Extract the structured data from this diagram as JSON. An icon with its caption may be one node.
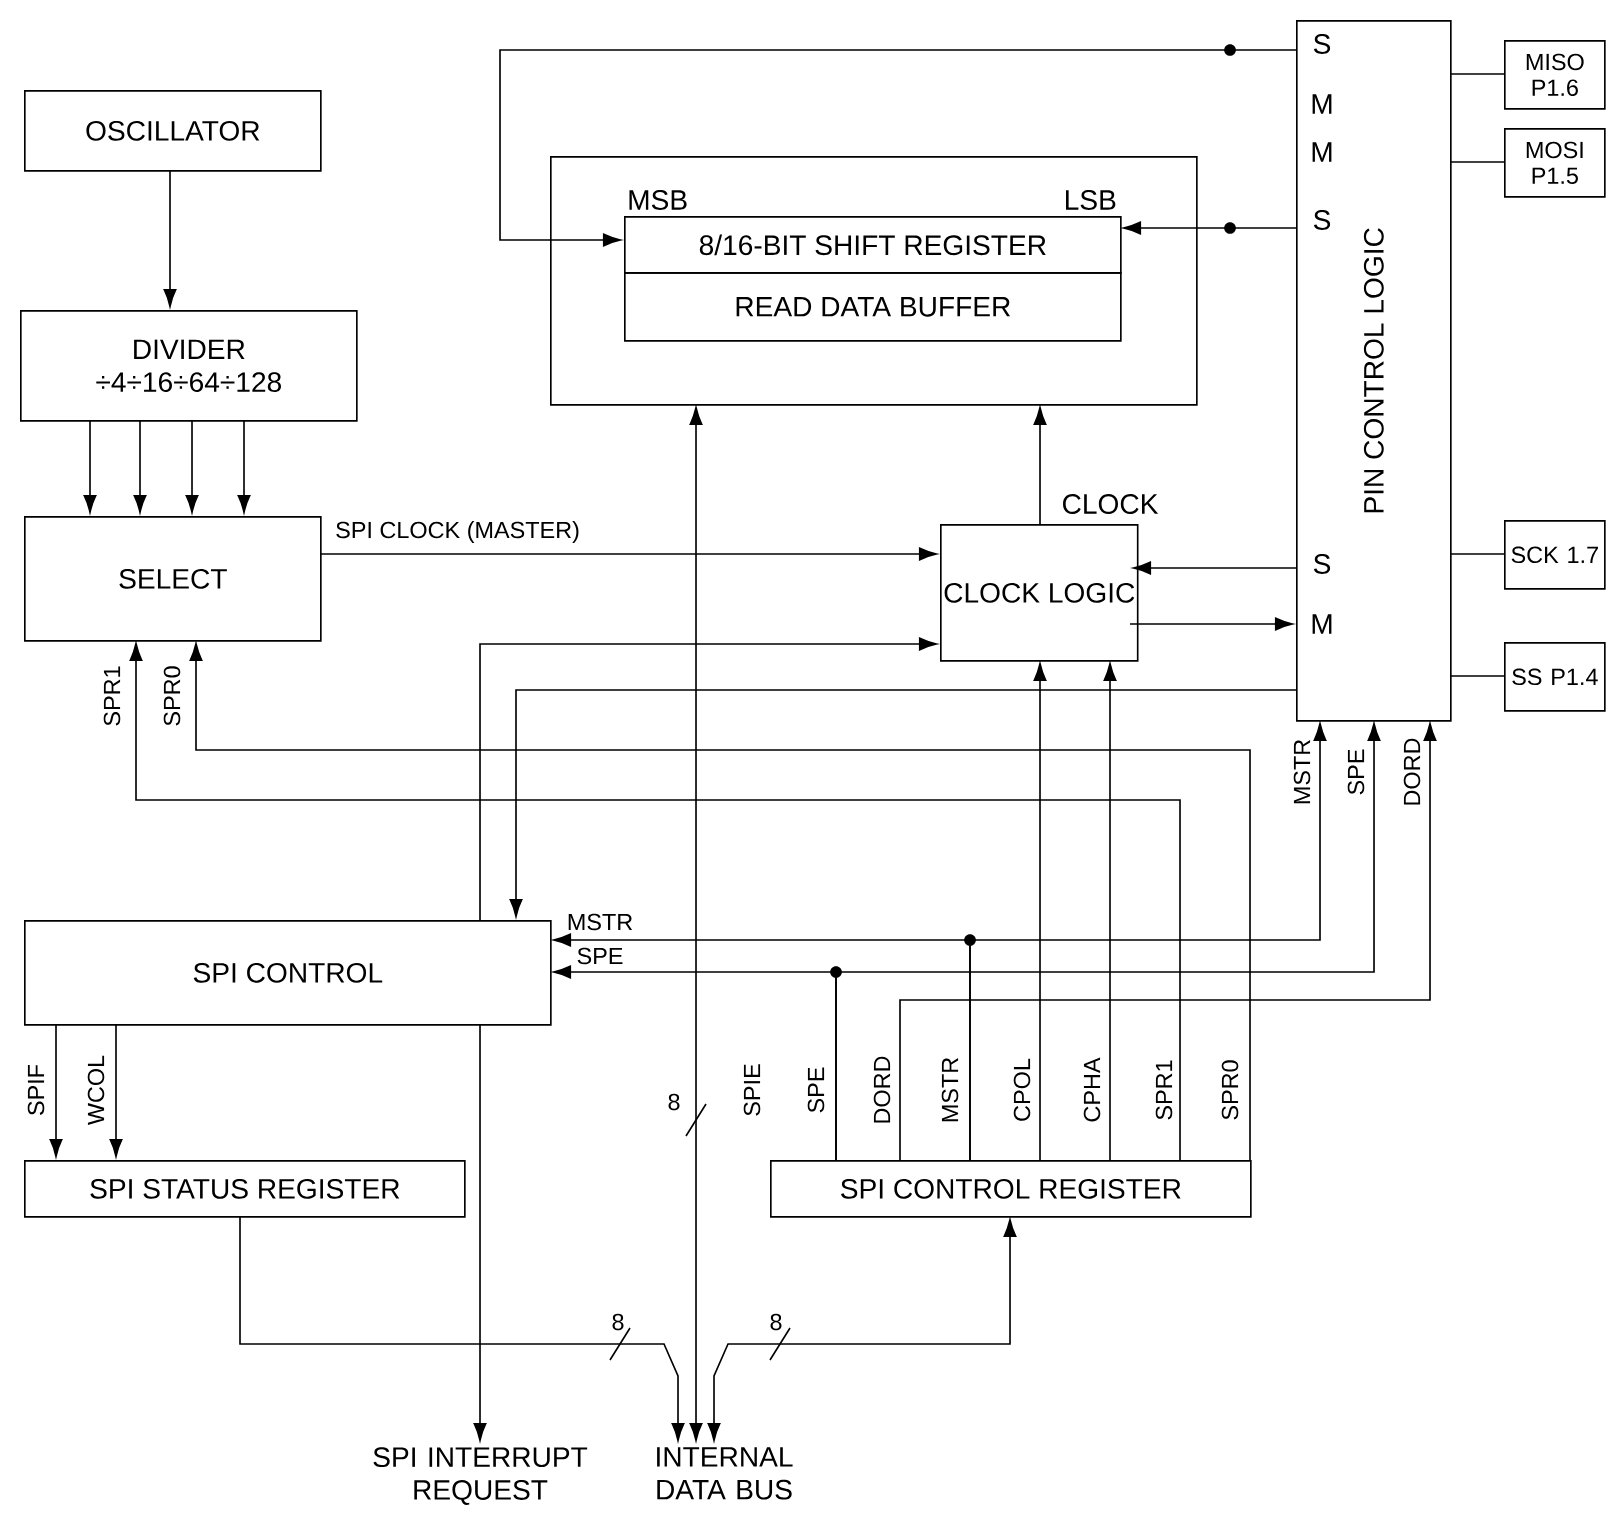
{
  "diagram": {
    "nodes": [
      {
        "text": [
          "OSCILLATOR"
        ]
      },
      {
        "text": [
          "DIVIDER",
          "÷4÷16÷64÷128"
        ]
      },
      {
        "text": [
          "SELECT"
        ]
      },
      {
        "text": [
          "MSB",
          "LSB"
        ]
      },
      {
        "text": [
          "8/16-BIT SHIFT REGISTER"
        ],
        "in": 3
      },
      {
        "text": [
          "READ DATA BUFFER"
        ],
        "in": 3
      },
      {
        "text": [
          "PIN CONTROL LOGIC"
        ]
      },
      {
        "text": [
          "MISO P1.6"
        ]
      },
      {
        "text": [
          "MOSI P1.5"
        ]
      },
      {
        "text": [
          "SCK 1.7"
        ]
      },
      {
        "text": [
          "SS P1.4"
        ]
      },
      {
        "text": [
          "CLOCK LOGIC"
        ]
      },
      {
        "text": [
          "SPI CONTROL"
        ]
      },
      {
        "text": [
          "SPI STATUS REGISTER"
        ]
      },
      {
        "text": [
          "SPI CONTROL REGISTER"
        ]
      },
      {
        "text": [
          "SPI INTERRUPT REQUEST"
        ]
      },
      {
        "text": [
          "INTERNAL DATA BUS"
        ]
      }
    ],
    "edges": [
      {
        "from": 0,
        "to": 1,
        "arrow": "to"
      },
      {
        "from": 1,
        "to": 2,
        "arrow": "to"
      },
      {
        "from": 1,
        "to": 2,
        "arrow": "to"
      },
      {
        "from": 1,
        "to": 2,
        "arrow": "to"
      },
      {
        "from": 1,
        "to": 2,
        "arrow": "to"
      },
      {
        "from": 2,
        "to": 11,
        "arrow": "to",
        "label": "SPI CLOCK (MASTER)"
      },
      {
        "from": 6,
        "to": 11,
        "arrow": "to"
      },
      {
        "from": 11,
        "to": 6,
        "arrow": "to"
      },
      {
        "from": 11,
        "to": 3,
        "arrow": "to"
      },
      {
        "from": 6,
        "to": 7,
        "arrow": "none"
      },
      {
        "from": 6,
        "to": 8,
        "arrow": "none"
      },
      {
        "from": 6,
        "to": 9,
        "arrow": "none"
      },
      {
        "from": 6,
        "to": 10,
        "arrow": "none"
      },
      {
        "from": 6,
        "to": 4,
        "arrow": "to"
      },
      {
        "from": 6,
        "to": 4,
        "arrow": "to"
      },
      {
        "from": 12,
        "to": 15,
        "arrow": "to"
      },
      {
        "from": 3,
        "to": 16,
        "arrow": "both"
      },
      {
        "from": 13,
        "to": 16,
        "arrow": "to"
      },
      {
        "from": 14,
        "to": 16,
        "arrow": "both"
      },
      {
        "from": 12,
        "to": 13,
        "arrow": "to"
      },
      {
        "from": 12,
        "to": 13,
        "arrow": "to"
      },
      {
        "from": 14,
        "to": 11,
        "arrow": "to"
      },
      {
        "from": 14,
        "to": 11,
        "arrow": "to"
      },
      {
        "from": 14,
        "to": 12,
        "arrow": "to"
      },
      {
        "from": 14,
        "to": 6,
        "arrow": "to"
      },
      {
        "from": 14,
        "to": 12,
        "arrow": "to"
      },
      {
        "from": 14,
        "to": 6,
        "arrow": "to"
      },
      {
        "from": 14,
        "to": 6,
        "arrow": "to"
      },
      {
        "from": 14,
        "to": 2,
        "arrow": "to"
      },
      {
        "from": 14,
        "to": 2,
        "arrow": "to"
      },
      {
        "from": 6,
        "to": 12,
        "arrow": "to"
      },
      {
        "from": 12,
        "to": 11,
        "arrow": "to"
      }
    ],
    "labels": [
      "S",
      "M",
      "M",
      "S",
      "CLOCK",
      "S",
      "M",
      "SPR1",
      "SPR0",
      "MSTR",
      "SPE",
      "MSTR",
      "SPE",
      "DORD",
      "SPIF",
      "WCOL",
      "8",
      "SPIE",
      "SPE",
      "DORD",
      "MSTR",
      "CPOL",
      "CPHA",
      "SPR1",
      "SPR0",
      "8",
      "8"
    ]
  }
}
